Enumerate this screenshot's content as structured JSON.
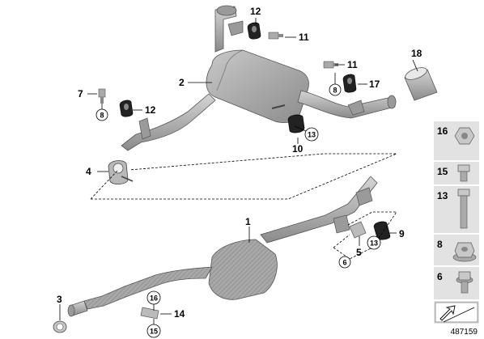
{
  "diagram": {
    "diagram_id": "487159",
    "callouts": {
      "c1": "1",
      "c2": "2",
      "c3": "3",
      "c4": "4",
      "c5": "5",
      "c6": "6",
      "c7": "7",
      "c8a": "8",
      "c8b": "8",
      "c9": "9",
      "c10": "10",
      "c11a": "11",
      "c11b": "11",
      "c12a": "12",
      "c12b": "12",
      "c13a": "13",
      "c13b": "13",
      "c14": "14",
      "c15": "15",
      "c16": "16",
      "c17": "17",
      "c18": "18"
    },
    "hardware_panel": [
      "16",
      "15",
      "13",
      "8",
      "6"
    ]
  },
  "colors": {
    "part_fill": "#b4b4b4",
    "part_dark": "#7a7a7a",
    "panel_bg": "#e2e2e2",
    "line": "#000000"
  }
}
